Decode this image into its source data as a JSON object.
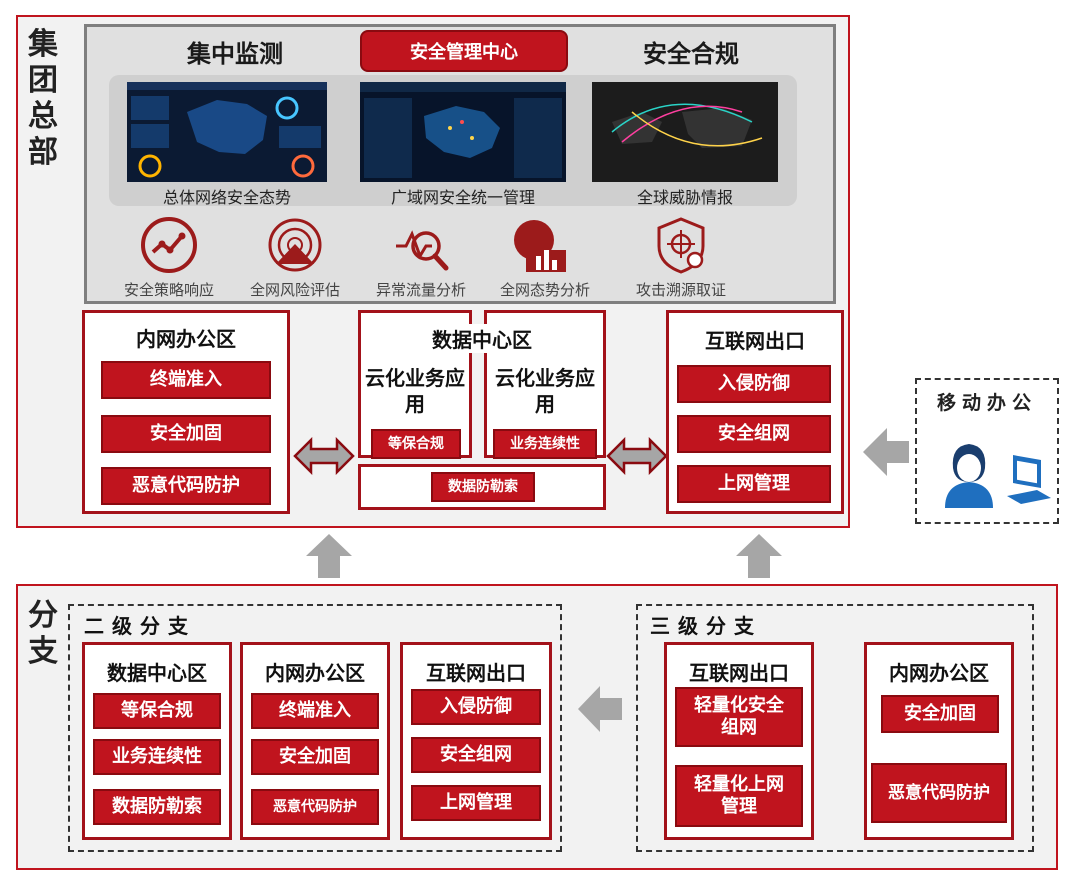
{
  "hq": {
    "side_title": [
      "集",
      "团",
      "总",
      "部"
    ],
    "col_left_title": "集中监测",
    "center_tab": "安全管理中心",
    "col_right_title": "安全合规",
    "screens": [
      {
        "caption": "总体网络安全态势"
      },
      {
        "caption": "广域网安全统一管理"
      },
      {
        "caption": "全球威胁情报"
      }
    ],
    "capabilities": [
      {
        "icon": "trend-line-icon",
        "label": "安全策略响应"
      },
      {
        "icon": "radar-icon",
        "label": "全网风险评估"
      },
      {
        "icon": "traffic-search-icon",
        "label": "异常流量分析"
      },
      {
        "icon": "cloud-chart-icon",
        "label": "全网态势分析"
      },
      {
        "icon": "shield-target-icon",
        "label": "攻击溯源取证"
      }
    ],
    "intranet": {
      "title": "内网办公区",
      "items": [
        "终端准入",
        "安全加固",
        "恶意代码防护"
      ]
    },
    "datacenter": {
      "title": "数据中心区",
      "cloud_left": "云化业务应用",
      "cloud_right": "云化业务应用",
      "tag_left": "等保合规",
      "tag_right": "业务连续性",
      "bottom": "数据防勒索"
    },
    "internet": {
      "title": "互联网出口",
      "items": [
        "入侵防御",
        "安全组网",
        "上网管理"
      ]
    }
  },
  "mobile": {
    "title": "移动办公",
    "icons": [
      "person-icon",
      "computer-icon"
    ]
  },
  "branch": {
    "side_title": [
      "分",
      "支"
    ],
    "level2": {
      "title": "二级分支",
      "zones": [
        {
          "title": "数据中心区",
          "items": [
            "等保合规",
            "业务连续性",
            "数据防勒索"
          ]
        },
        {
          "title": "内网办公区",
          "items": [
            "终端准入",
            "安全加固",
            "恶意代码防护"
          ]
        },
        {
          "title": "互联网出口",
          "items": [
            "入侵防御",
            "安全组网",
            "上网管理"
          ]
        }
      ]
    },
    "level3": {
      "title": "三级分支",
      "zones": [
        {
          "title": "互联网出口",
          "items": [
            "轻量化安全组网",
            "轻量化上网管理"
          ]
        },
        {
          "title": "内网办公区",
          "items": [
            "安全加固",
            "恶意代码防护"
          ]
        }
      ]
    }
  },
  "colors": {
    "accent": "#c0141e",
    "dark_red": "#8a0a10",
    "arrow_gray": "#a6a6a6",
    "panel_gray": "#f2f2f2"
  }
}
